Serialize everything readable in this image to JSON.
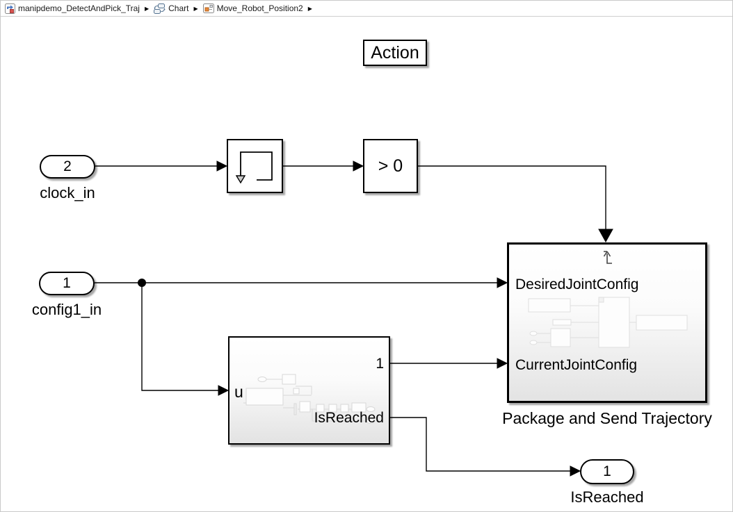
{
  "window": {
    "breadcrumb": {
      "separator": "▶",
      "items": [
        {
          "label": "manipdemo_DetectAndPick_Traj",
          "icon": "simulink-model-icon"
        },
        {
          "label": "Chart",
          "icon": "stateflow-chart-icon"
        },
        {
          "label": "Move_Robot_Position2",
          "icon": "subsystem-icon"
        }
      ]
    }
  },
  "annotation": {
    "label": "Action"
  },
  "inports": {
    "clock_in": {
      "number": "2",
      "label": "clock_in"
    },
    "config1_in": {
      "number": "1",
      "label": "config1_in"
    }
  },
  "outports": {
    "IsReached": {
      "number": "1",
      "label": "IsReached"
    }
  },
  "blocks": {
    "delay": {
      "icon": "delay-loop-icon"
    },
    "compare": {
      "label": "> 0"
    },
    "check": {
      "in": "u",
      "out1": "1",
      "out2": "IsReached"
    },
    "package": {
      "name": "Package and Send Trajectory",
      "trigger_icon": "trigger-edge-icon",
      "in1": "DesiredJointConfig",
      "in2": "CurrentJointConfig"
    }
  },
  "colors": {
    "wire": "#000000",
    "block_border": "#000000",
    "gradient_bottom": "#e3e3e3",
    "preview_stroke": "#d8d8d8",
    "model_icon_blue": "#4a78c2",
    "model_icon_orange": "#d9534f",
    "chart_icon": "#53718f",
    "subsystem_icon_orange": "#e8883a"
  }
}
